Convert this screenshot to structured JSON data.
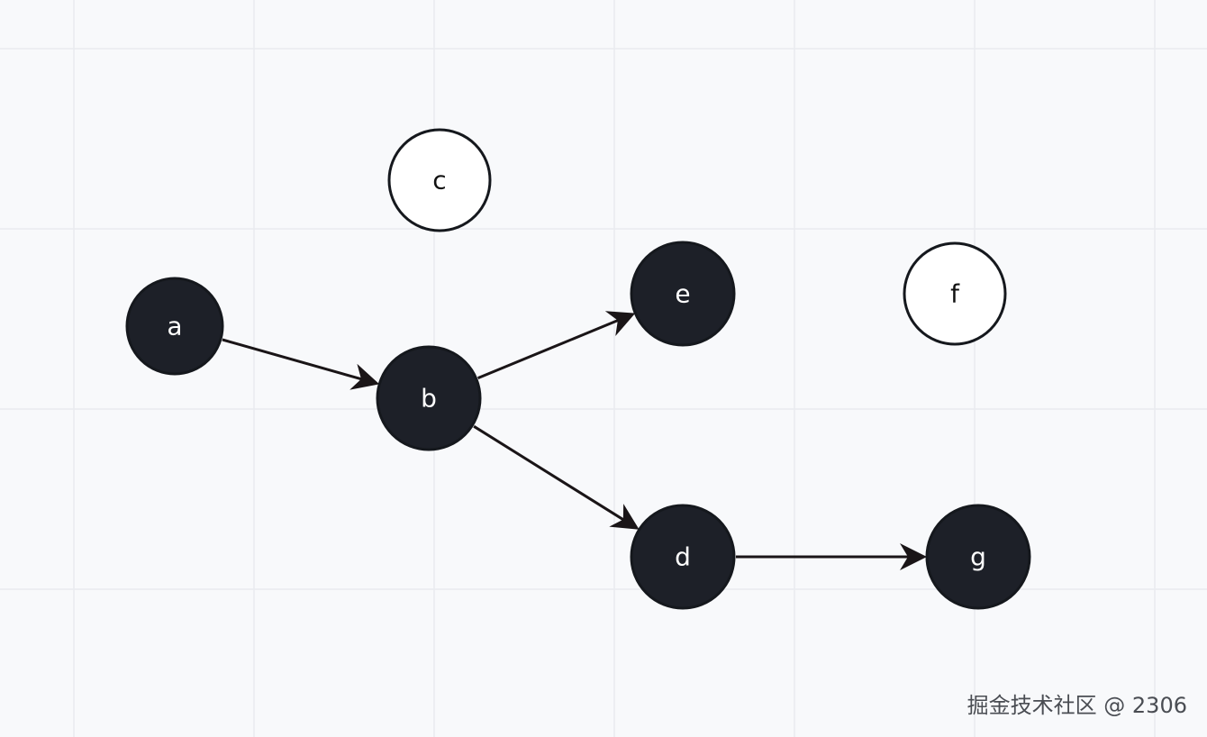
{
  "diagram": {
    "colors": {
      "filled_node": "#1d2028",
      "filled_text": "#ffffff",
      "outline_node_fill": "#ffffff",
      "outline_text": "#111111",
      "edge": "#1a1517"
    },
    "nodes": [
      {
        "id": "a",
        "label": "a",
        "style": "filled"
      },
      {
        "id": "b",
        "label": "b",
        "style": "filled"
      },
      {
        "id": "c",
        "label": "c",
        "style": "outline"
      },
      {
        "id": "d",
        "label": "d",
        "style": "filled"
      },
      {
        "id": "e",
        "label": "e",
        "style": "filled"
      },
      {
        "id": "f",
        "label": "f",
        "style": "outline"
      },
      {
        "id": "g",
        "label": "g",
        "style": "filled"
      }
    ],
    "edges": [
      {
        "from": "a",
        "to": "b"
      },
      {
        "from": "b",
        "to": "e"
      },
      {
        "from": "b",
        "to": "d"
      },
      {
        "from": "d",
        "to": "g"
      }
    ]
  },
  "watermark": "掘金技术社区 @ 2306"
}
